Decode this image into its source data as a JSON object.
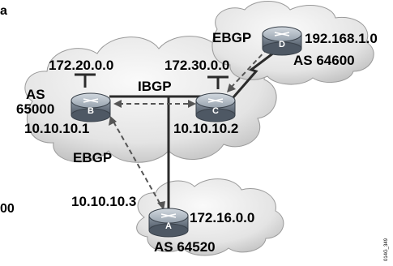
{
  "edge_left_top": "a",
  "edge_left_bottom": "00",
  "image_code": "014G_349",
  "routers": {
    "A": {
      "letter": "A",
      "network": "172.16.0.0",
      "as": "AS 64520"
    },
    "B": {
      "letter": "B",
      "network": "172.20.0.0",
      "as_line1": "AS",
      "as_line2": "65000",
      "ip": "10.10.10.1"
    },
    "C": {
      "letter": "C",
      "network": "172.30.0.0",
      "ip": "10.10.10.2"
    },
    "D": {
      "letter": "D",
      "network": "192.168.1.0",
      "as": "AS 64600"
    }
  },
  "links": {
    "ebgp_bd": "EBGP",
    "ibgp_bc": "IBGP",
    "ebgp_ba": "EBGP",
    "a_peer_ip": "10.10.10.3"
  },
  "colors": {
    "cloud_light": "#f4f4f4",
    "cloud_dark": "#bdbdbd",
    "router_body": "#7f8a96",
    "router_top": "#b9c2cc",
    "line": "#2b2b2b"
  }
}
